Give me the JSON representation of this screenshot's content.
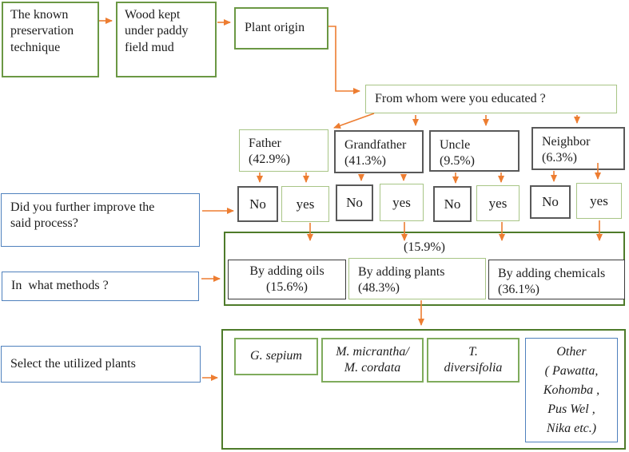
{
  "colors": {
    "arrow_orange": "#ED7D31",
    "container_green": "#4E7B2A",
    "box_green": "#6B9844",
    "box_green_light": "#A8C586",
    "box_blue": "#4F81BD",
    "box_gray": "#595959"
  },
  "flow": {
    "steps": {
      "known_technique": "The known\npreservation\ntechnique",
      "wood_paddy": "Wood kept\nunder paddy\nfield mud",
      "plant_origin": "Plant origin",
      "educated_question": "From whom were you educated ?"
    },
    "sources": [
      {
        "label": "Father\n(42.9%)"
      },
      {
        "label": "Grandfather\n(41.3%)"
      },
      {
        "label": "Uncle\n(9.5%)"
      },
      {
        "label": "Neighbor\n(6.3%)"
      }
    ],
    "answers": [
      {
        "no": "No",
        "yes": "yes"
      },
      {
        "no": "No",
        "yes": "yes"
      },
      {
        "no": "No",
        "yes": "yes"
      },
      {
        "no": "No",
        "yes": "yes"
      }
    ],
    "questions": [
      {
        "label": "Did you further improve the\nsaid process?"
      },
      {
        "label": "In  what methods ?"
      },
      {
        "label": "Select the utilized plants"
      }
    ],
    "methods": {
      "overall_pct": "(15.9%)",
      "items": [
        {
          "label": "By adding oils\n(15.6%)"
        },
        {
          "label": "By adding plants\n(48.3%)"
        },
        {
          "label": "By adding chemicals\n(36.1%)"
        }
      ]
    },
    "plants": [
      {
        "label": "G. sepium"
      },
      {
        "label": "M. micrantha/\nM. cordata"
      },
      {
        "label": "T.\ndiversifolia"
      },
      {
        "label": "Other\n( Pawatta,\nKohomba ,\nPus Wel ,\nNika etc.)"
      }
    ]
  }
}
